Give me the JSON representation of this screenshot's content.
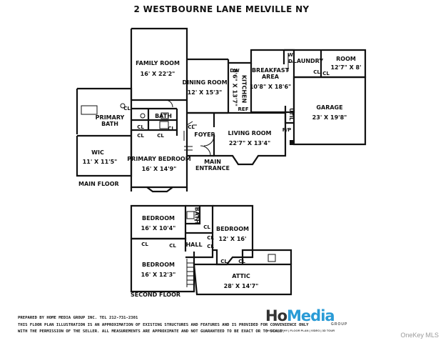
{
  "title": "2 WESTBOURNE LANE MELVILLE NY",
  "main_floor": {
    "label": "MAIN FLOOR",
    "rooms": {
      "family_room": {
        "name": "FAMILY ROOM",
        "dims": "16' X 22'2\""
      },
      "dining_room": {
        "name": "DINING ROOM",
        "dims": "12' X 15'3\""
      },
      "kitchen": {
        "name": "KITCHEN",
        "dims": "8'6\" X 13'7\""
      },
      "breakfast_area": {
        "name": "BREAKFAST\nAREA",
        "dims": "10'8\" X 18'6\""
      },
      "laundry": {
        "name": "LAUNDRY"
      },
      "room": {
        "name": "ROOM",
        "dims": "12'7\" X 8'"
      },
      "garage": {
        "name": "GARAGE",
        "dims": "23' X 19'8\""
      },
      "primary_bath": {
        "name": "PRIMARY\nBATH"
      },
      "bath": {
        "name": "BATH"
      },
      "wic": {
        "name": "WIC",
        "dims": "11' X 11'5\""
      },
      "primary_bedroom": {
        "name": "PRIMARY BEDROOM",
        "dims": "16' X 14'9\""
      },
      "foyer": {
        "name": "FOYER"
      },
      "living_room": {
        "name": "LIVING ROOM",
        "dims": "22'7\" X 13'4\""
      },
      "main_entrance": {
        "name": "MAIN\nENTRANCE"
      }
    },
    "tags": {
      "dw": "DW",
      "ref": "REF",
      "w": "W",
      "d": "D",
      "cl": "CL",
      "util": "UTIL",
      "fp": "F/P"
    }
  },
  "second_floor": {
    "label": "SECOND FLOOR",
    "rooms": {
      "bedroom_a": {
        "name": "BEDROOM",
        "dims": "16' X 10'4\""
      },
      "bath": {
        "name": "BATH"
      },
      "bedroom_b": {
        "name": "BEDROOM",
        "dims": "12' X 16'"
      },
      "hall": {
        "name": "HALL"
      },
      "bedroom_c": {
        "name": "BEDROOM",
        "dims": "16' X 12'3\""
      },
      "attic": {
        "name": "ATTIC",
        "dims": "28' X 14'7\""
      }
    },
    "tags": {
      "cl": "CL"
    }
  },
  "disclaimer": {
    "line1": "PREPARED  BY  HOME MEDIA GROUP INC.  TEL 212-731-2301",
    "line2": "THIS FLOOR PLAN ILLUSTRATION IS AN APPROXIMATION OF EXISTING STRUCTURES AND FEATURES AND IS PROVIDED FOR CONVENIENCE ONLY",
    "line3": "WITH THE PERMISSION OF THE SELLER. ALL MEASUREMENTS ARE APPROXIMATE AND NOT GUARANTEED TO BE EXACT OR TO SCALE."
  },
  "logo": {
    "word_a": "Ho",
    "word_b": "Media",
    "group": "GROUP",
    "tagline": "PHOTOGRAPHY | FLOOR PLAN | VIDEO | 3D TOUR"
  },
  "watermark": "OneKey MLS"
}
